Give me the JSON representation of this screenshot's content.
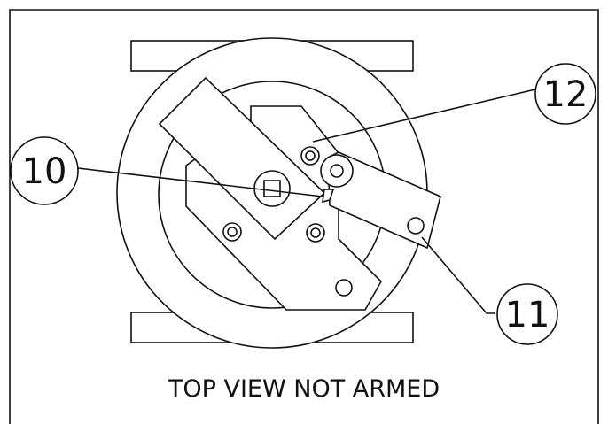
{
  "caption": "TOP VIEW NOT ARMED",
  "callouts": {
    "c10": "10",
    "c11": "11",
    "c12": "12"
  },
  "colors": {
    "ink": "#111111",
    "paper": "#ffffff"
  }
}
